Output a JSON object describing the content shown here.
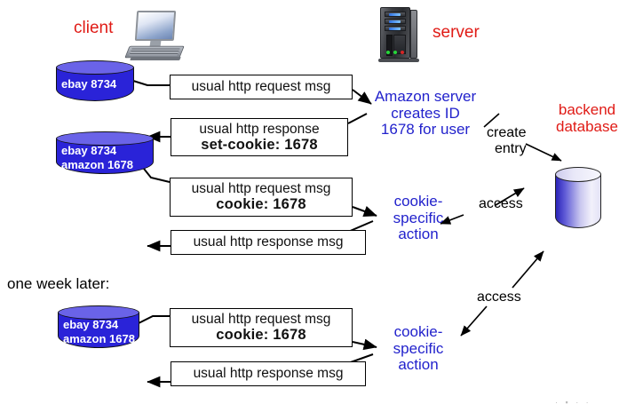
{
  "diagram": {
    "title_labels": {
      "client": "client",
      "server": "server",
      "backend_database": "backend\ndatabase",
      "one_week_later": "one week later:"
    },
    "icons": {
      "client_icon": "desktop-computer-icon",
      "server_icon": "tower-server-icon",
      "database_icon": "database-cylinder-icon",
      "cookie_store_icon": "cookie-file-cylinder-icon"
    },
    "cookie_files": [
      {
        "id": "cookie-file-1",
        "lines": [
          "ebay 8734"
        ]
      },
      {
        "id": "cookie-file-2",
        "lines": [
          "ebay 8734",
          "amazon 1678"
        ]
      },
      {
        "id": "cookie-file-3",
        "lines": [
          "ebay 8734",
          "amazon 1678"
        ]
      }
    ],
    "messages": [
      {
        "id": "msg-1",
        "direction": "request",
        "line1": "usual http request msg",
        "line2": ""
      },
      {
        "id": "msg-2",
        "direction": "response",
        "line1": "usual http response",
        "line2": "set-cookie: 1678"
      },
      {
        "id": "msg-3",
        "direction": "request",
        "line1": "usual http request msg",
        "line2": "cookie: 1678"
      },
      {
        "id": "msg-4",
        "direction": "response",
        "line1": "usual http response msg",
        "line2": ""
      },
      {
        "id": "msg-5",
        "direction": "request",
        "line1": "usual http request msg",
        "line2": "cookie: 1678"
      },
      {
        "id": "msg-6",
        "direction": "response",
        "line1": "usual http response msg",
        "line2": ""
      }
    ],
    "server_notes": [
      {
        "id": "note-amazon-creates-id",
        "text": "Amazon server\ncreates ID\n1678 for user"
      },
      {
        "id": "note-cookie-action-1",
        "text": "cookie-\nspecific\naction"
      },
      {
        "id": "note-cookie-action-2",
        "text": "cookie-\nspecific\naction"
      }
    ],
    "arrow_labels": [
      {
        "id": "label-create-entry",
        "line1": "create",
        "line2": "entry"
      },
      {
        "id": "label-access-1",
        "text": "access"
      },
      {
        "id": "label-access-2",
        "text": "access"
      }
    ],
    "colors": {
      "red": "#e01b16",
      "blue": "#2222cc",
      "black": "#000000",
      "cookie_cylinder": "#2a23d8",
      "cookie_cylinder_top": "#6a63e8",
      "background": "#ffffff"
    }
  }
}
